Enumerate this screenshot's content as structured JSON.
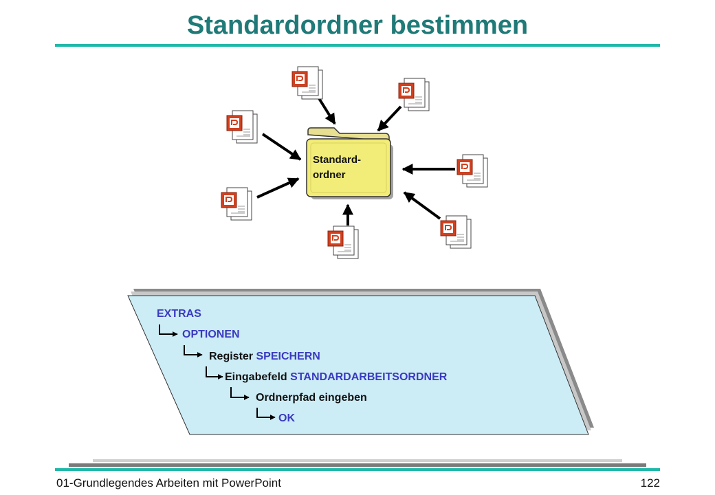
{
  "slide": {
    "title": "Standardordner bestimmen",
    "folder_label_line1": "Standard-",
    "folder_label_line2": "ordner"
  },
  "document_icon": "powerpoint-document-icon",
  "folder_icon": "folder-icon",
  "steps": {
    "extras": "EXTRAS",
    "optionen": "OPTIONEN",
    "register_prefix": "Register",
    "register_value": "SPEICHERN",
    "field_prefix": "Eingabefeld",
    "field_value": "STANDARDARBEITSORDNER",
    "path": "Ordnerpfad eingeben",
    "ok": "OK"
  },
  "footer": {
    "left": "01-Grundlegendes Arbeiten mit PowerPoint",
    "page_number": "122"
  },
  "colors": {
    "title": "#1f7a78",
    "accent_rule": "#20b8a8",
    "step_blue": "#3a3ac0",
    "panel_fill": "#ccecf6",
    "folder_fill": "#f2ec78",
    "doc_icon_red": "#d2401e"
  }
}
